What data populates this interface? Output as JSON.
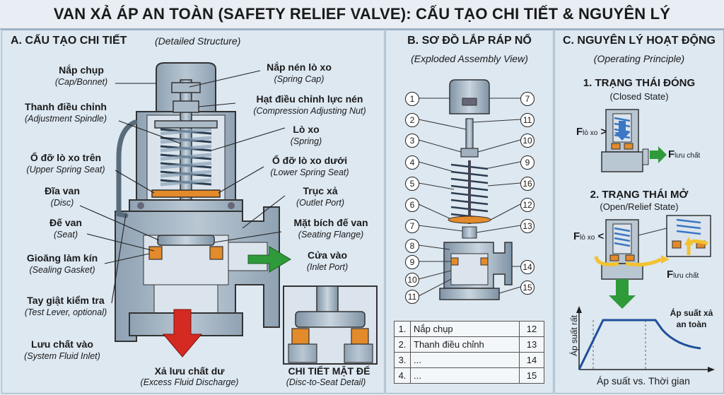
{
  "title": "VAN XẢ ÁP AN TOÀN (SAFETY RELIEF VALVE): CẤU TẠO CHI TIẾT & NGUYÊN LÝ",
  "section_a": {
    "heading": "A. CẤU TẠO CHI TIẾT",
    "heading_sub": "(Detailed Structure)",
    "left_labels": [
      {
        "vi": "Nắp chụp",
        "en": "(Cap/Bonnet)"
      },
      {
        "vi": "Thanh điều chỉnh",
        "en": "(Adjustment Spindle)"
      },
      {
        "vi": "Ổ đỡ lò xo trên",
        "en": "(Upper Spring Seat)"
      },
      {
        "vi": "Đĩa van",
        "en": "(Disc)"
      },
      {
        "vi": "Đế van",
        "en": "(Seat)"
      },
      {
        "vi": "Gioăng làm kín",
        "en": "(Sealing Gasket)"
      },
      {
        "vi": "Tay giật kiểm tra",
        "en": "(Test Lever, optional)"
      },
      {
        "vi": "Lưu chất vào",
        "en": "(System Fluid Inlet)"
      }
    ],
    "right_labels": [
      {
        "vi": "Nắp nén lò xo",
        "en": "(Spring Cap)"
      },
      {
        "vi": "Hạt điều chỉnh lực nén",
        "en": "(Compression Adjusting Nut)"
      },
      {
        "vi": "Lò xo",
        "en": "(Spring)"
      },
      {
        "vi": "Ổ đỡ lò xo dưới",
        "en": "(Lower Spring Seat)"
      },
      {
        "vi": "Trục xả",
        "en": "(Outlet Port)"
      },
      {
        "vi": "Mặt bích đế van",
        "en": "(Seating Flange)"
      },
      {
        "vi": "Cửa vào",
        "en": "(Inlet Port)"
      }
    ],
    "discharge": {
      "vi": "Xả lưu chất dư",
      "en": "(Excess Fluid Discharge)"
    },
    "detail": {
      "vi": "CHI TIẾT MẶT ĐẾ",
      "en": "(Disc-to-Seat Detail)"
    }
  },
  "section_b": {
    "heading": "B. SƠ ĐỒ LẮP RÁP NỔ",
    "heading_sub": "(Exploded Assembly View)",
    "left_numbers": [
      "1",
      "2",
      "3",
      "4",
      "5",
      "6",
      "7",
      "8",
      "9",
      "10",
      "11"
    ],
    "right_numbers": [
      "7",
      "11",
      "10",
      "9",
      "16",
      "12",
      "13",
      "14",
      "15"
    ],
    "table": [
      {
        "n": "1.",
        "name": "Nắp chụp",
        "r": "12"
      },
      {
        "n": "2.",
        "name": "Thanh điều chỉnh",
        "r": "13"
      },
      {
        "n": "3.",
        "name": "...",
        "r": "14"
      },
      {
        "n": "4.",
        "name": "...",
        "r": "15"
      }
    ]
  },
  "section_c": {
    "heading": "C. NGUYÊN LÝ HOẠT ĐỘNG",
    "heading_sub": "(Operating Principle)",
    "closed": {
      "title": "1. TRẠNG THÁI ĐÓNG",
      "sub": "(Closed State)",
      "f_spring": "F",
      "f_spring_sub": "lò xo",
      "f_spring_op": ">",
      "f_fluid": "F",
      "f_fluid_sub": "lưu chất"
    },
    "open": {
      "title": "2. TRẠNG THÁI MỞ",
      "sub": "(Open/Relief State)",
      "f_spring": "F",
      "f_spring_sub": "lò xo",
      "f_spring_op": "<",
      "f_fluid": "F",
      "f_fluid_sub": "lưu chất"
    },
    "graph": {
      "ylabel": "Áp suất rất",
      "xlabel": "Áp suất vs. Thời gian",
      "annotation_l1": "Áp suất xả",
      "annotation_l2": "an toàn"
    }
  },
  "colors": {
    "accent_red": "#d42a22",
    "accent_green": "#2f9a3a",
    "gasket_orange": "#e38a2a",
    "steel": "#9fb0bf",
    "spring_blue": "#3b77c4",
    "fluid_yellow": "#f2c230"
  }
}
